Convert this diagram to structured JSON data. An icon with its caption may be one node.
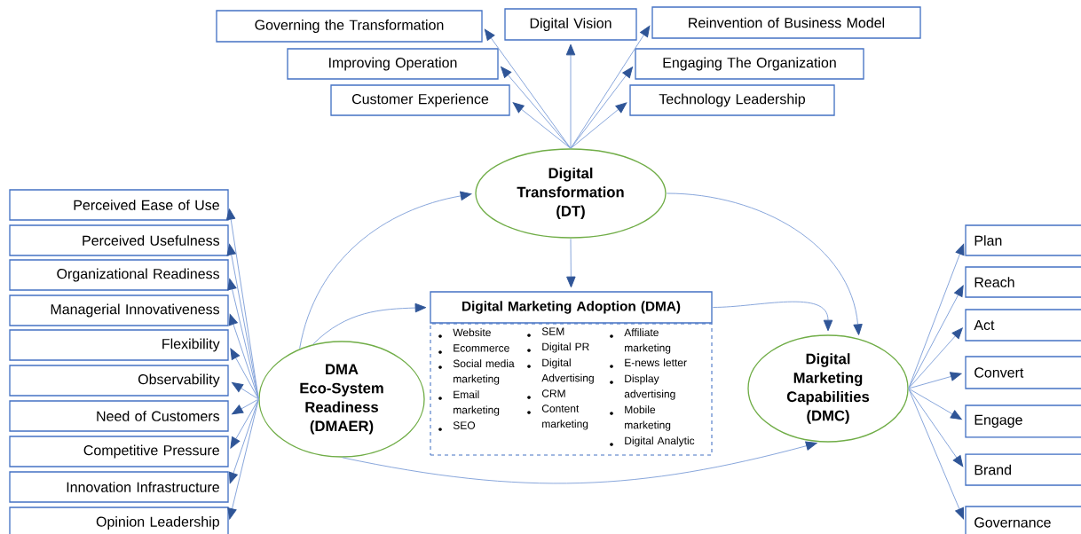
{
  "diagram": {
    "nodes": [
      {
        "text": [
          "Digital Transformation (DT)"
        ]
      },
      {
        "text": [
          "Governing the Transformation"
        ]
      },
      {
        "text": [
          "Digital Vision"
        ]
      },
      {
        "text": [
          "Reinvention of Business Model"
        ]
      },
      {
        "text": [
          "Improving Operation"
        ]
      },
      {
        "text": [
          "Engaging The Organization"
        ]
      },
      {
        "text": [
          "Customer Experience"
        ]
      },
      {
        "text": [
          "Technology Leadership"
        ]
      },
      {
        "text": [
          "Perceived Ease of Use"
        ]
      },
      {
        "text": [
          "Perceived Usefulness"
        ]
      },
      {
        "text": [
          "Organizational Readiness"
        ]
      },
      {
        "text": [
          "Managerial Innovativeness"
        ]
      },
      {
        "text": [
          "Flexibility"
        ]
      },
      {
        "text": [
          "Observability"
        ]
      },
      {
        "text": [
          "Need of Customers"
        ]
      },
      {
        "text": [
          "Competitive Pressure"
        ]
      },
      {
        "text": [
          "Innovation Infrastructure"
        ]
      },
      {
        "text": [
          "Opinion Leadership"
        ]
      },
      {
        "text": [
          "DMA Eco-System Readiness (DMAER)"
        ]
      },
      {
        "text": [
          "Digital Marketing Adoption (DMA)"
        ]
      },
      {
        "text": [
          "Website",
          "Ecommerce",
          "Social media marketing",
          "Email marketing",
          "SEO",
          "SEM",
          "Digital PR",
          "Digital Advertising",
          "CRM",
          "Content marketing",
          "Affiliate marketing",
          "E-news letter",
          "Display advertising",
          "Mobile marketing",
          "Digital Analytic"
        ]
      },
      {
        "text": [
          "Digital Marketing Capabilities (DMC)"
        ]
      },
      {
        "text": [
          "Plan"
        ]
      },
      {
        "text": [
          "Reach"
        ]
      },
      {
        "text": [
          "Act"
        ]
      },
      {
        "text": [
          "Convert"
        ]
      },
      {
        "text": [
          "Engage"
        ]
      },
      {
        "text": [
          "Brand"
        ]
      },
      {
        "text": [
          "Governance"
        ]
      }
    ],
    "edges": [
      {
        "from": 0,
        "to": 1,
        "arrow": "to"
      },
      {
        "from": 0,
        "to": 2,
        "arrow": "to"
      },
      {
        "from": 0,
        "to": 3,
        "arrow": "to"
      },
      {
        "from": 0,
        "to": 4,
        "arrow": "to"
      },
      {
        "from": 0,
        "to": 5,
        "arrow": "to"
      },
      {
        "from": 0,
        "to": 6,
        "arrow": "to"
      },
      {
        "from": 0,
        "to": 7,
        "arrow": "to"
      },
      {
        "from": 18,
        "to": 8,
        "arrow": "to"
      },
      {
        "from": 18,
        "to": 9,
        "arrow": "to"
      },
      {
        "from": 18,
        "to": 10,
        "arrow": "to"
      },
      {
        "from": 18,
        "to": 11,
        "arrow": "to"
      },
      {
        "from": 18,
        "to": 12,
        "arrow": "to"
      },
      {
        "from": 18,
        "to": 13,
        "arrow": "to"
      },
      {
        "from": 18,
        "to": 14,
        "arrow": "to"
      },
      {
        "from": 18,
        "to": 15,
        "arrow": "to"
      },
      {
        "from": 18,
        "to": 16,
        "arrow": "to"
      },
      {
        "from": 18,
        "to": 17,
        "arrow": "to"
      },
      {
        "from": 18,
        "to": 0,
        "arrow": "to"
      },
      {
        "from": 18,
        "to": 19,
        "arrow": "to"
      },
      {
        "from": 18,
        "to": 21,
        "arrow": "to"
      },
      {
        "from": 0,
        "to": 19,
        "arrow": "to"
      },
      {
        "from": 0,
        "to": 21,
        "arrow": "to"
      },
      {
        "from": 19,
        "to": 21,
        "arrow": "to"
      },
      {
        "from": 21,
        "to": 22,
        "arrow": "to"
      },
      {
        "from": 21,
        "to": 23,
        "arrow": "to"
      },
      {
        "from": 21,
        "to": 24,
        "arrow": "to"
      },
      {
        "from": 21,
        "to": 25,
        "arrow": "to"
      },
      {
        "from": 21,
        "to": 26,
        "arrow": "to"
      },
      {
        "from": 21,
        "to": 27,
        "arrow": "to"
      },
      {
        "from": 21,
        "to": 28,
        "arrow": "to"
      }
    ]
  }
}
